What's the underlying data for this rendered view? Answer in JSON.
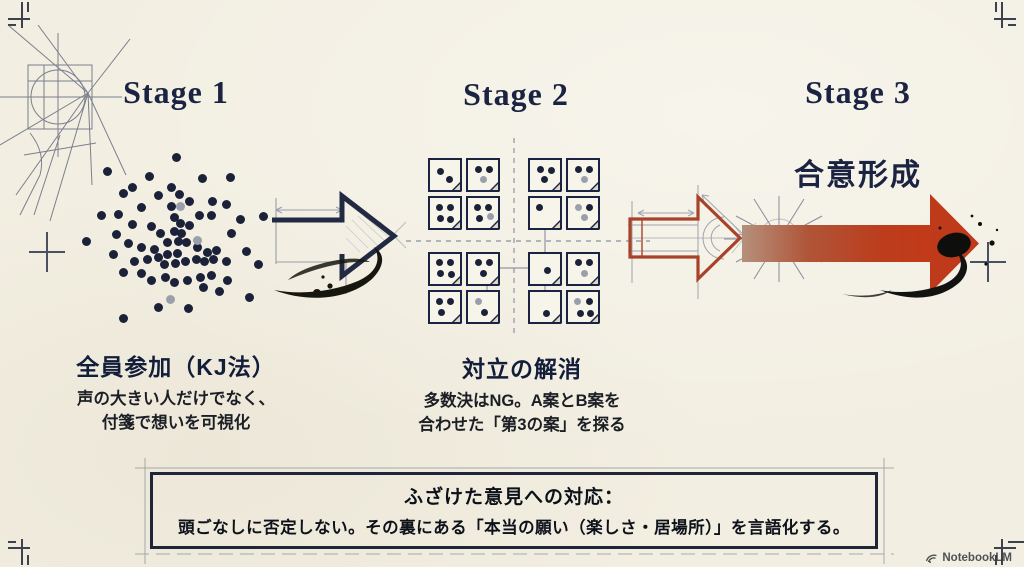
{
  "colors": {
    "paper": "#f2eee1",
    "navy": "#1b2342",
    "ink": "#15161c",
    "rust": "#a8432a",
    "red": "#bc3a1d",
    "red_muted": "#b5907c",
    "slate": "#8a90a0",
    "note_bg": "#f7f4e9",
    "dot": "#1b2138",
    "dot_gray": "#9aa0ab"
  },
  "stage1": {
    "title": "Stage 1",
    "heading": "全員参加（KJ法）",
    "line1": "声の大きい人だけでなく、",
    "line2": "付箋で想いを可視化"
  },
  "stage2": {
    "title": "Stage 2",
    "heading": "対立の解消",
    "line1": "多数決はNG。A案とB案を",
    "line2": "合わせた「第3の案」を探る"
  },
  "stage3": {
    "title": "Stage 3",
    "label": "合意形成"
  },
  "note_box": {
    "title": "ふざけた意見への対応：",
    "body": "頭ごなしに否定しない。その裏にある「本当の願い（楽しさ・居場所）」を言語化する。"
  },
  "watermark": {
    "label": "NotebookLM",
    "icon": "notebooklm-logo-icon"
  },
  "decorations": [
    "blueprint-sketch-icon",
    "ink-arrow-icon",
    "outlined-arrow-icon",
    "consensus-arrow-icon",
    "construction-marks",
    "registration-cross-icon"
  ],
  "scatter": {
    "dots": [
      [
        112,
        13
      ],
      [
        43,
        27
      ],
      [
        85,
        32
      ],
      [
        138,
        34
      ],
      [
        166,
        33
      ],
      [
        68,
        43
      ],
      [
        107,
        43
      ],
      [
        115,
        50
      ],
      [
        94,
        51
      ],
      [
        59,
        49
      ],
      [
        125,
        57
      ],
      [
        148,
        57
      ],
      [
        162,
        60
      ],
      [
        37,
        71
      ],
      [
        54,
        70
      ],
      [
        77,
        63
      ],
      [
        107,
        62
      ],
      [
        135,
        71
      ],
      [
        147,
        71
      ],
      [
        176,
        75
      ],
      [
        199,
        72
      ],
      [
        68,
        80
      ],
      [
        87,
        82
      ],
      [
        110,
        73
      ],
      [
        116,
        79
      ],
      [
        125,
        81
      ],
      [
        22,
        97
      ],
      [
        52,
        90
      ],
      [
        64,
        99
      ],
      [
        77,
        103
      ],
      [
        90,
        105
      ],
      [
        96,
        89
      ],
      [
        103,
        98
      ],
      [
        110,
        87
      ],
      [
        117,
        89
      ],
      [
        114,
        97
      ],
      [
        122,
        98
      ],
      [
        133,
        103
      ],
      [
        143,
        108
      ],
      [
        152,
        106
      ],
      [
        167,
        89
      ],
      [
        182,
        107
      ],
      [
        49,
        110
      ],
      [
        70,
        117
      ],
      [
        83,
        115
      ],
      [
        94,
        113
      ],
      [
        103,
        110
      ],
      [
        113,
        109
      ],
      [
        100,
        120
      ],
      [
        111,
        119
      ],
      [
        121,
        117
      ],
      [
        132,
        115
      ],
      [
        140,
        117
      ],
      [
        149,
        115
      ],
      [
        162,
        117
      ],
      [
        194,
        120
      ],
      [
        59,
        128
      ],
      [
        77,
        129
      ],
      [
        87,
        136
      ],
      [
        101,
        133
      ],
      [
        110,
        138
      ],
      [
        123,
        136
      ],
      [
        136,
        133
      ],
      [
        147,
        131
      ],
      [
        163,
        136
      ],
      [
        185,
        153
      ],
      [
        94,
        163
      ],
      [
        124,
        164
      ],
      [
        59,
        174
      ],
      [
        139,
        143
      ],
      [
        155,
        147
      ]
    ],
    "gray_dots": [
      [
        116,
        62
      ],
      [
        106,
        155
      ],
      [
        133,
        96
      ]
    ]
  },
  "grid": {
    "cols": [
      428,
      466,
      528,
      566
    ],
    "rows": [
      158,
      196,
      252,
      290
    ],
    "note_size": 34,
    "notes": [
      {
        "r": 0,
        "c": 0,
        "dots": [
          [
            10,
            11,
            "n"
          ],
          [
            19,
            19,
            "n"
          ]
        ]
      },
      {
        "r": 0,
        "c": 1,
        "dots": [
          [
            10,
            9,
            "n"
          ],
          [
            21,
            9,
            "n"
          ],
          [
            15,
            19,
            "g"
          ]
        ]
      },
      {
        "r": 0,
        "c": 2,
        "dots": [
          [
            10,
            9,
            "n"
          ],
          [
            21,
            10,
            "n"
          ],
          [
            14,
            19,
            "n"
          ]
        ]
      },
      {
        "r": 0,
        "c": 3,
        "dots": [
          [
            10,
            9,
            "n"
          ],
          [
            21,
            9,
            "n"
          ],
          [
            16,
            19,
            "g"
          ]
        ]
      },
      {
        "r": 1,
        "c": 0,
        "dots": [
          [
            9,
            9,
            "n"
          ],
          [
            20,
            9,
            "n"
          ],
          [
            10,
            20,
            "n"
          ],
          [
            20,
            21,
            "n"
          ]
        ]
      },
      {
        "r": 1,
        "c": 1,
        "dots": [
          [
            9,
            9,
            "n"
          ],
          [
            20,
            9,
            "n"
          ],
          [
            11,
            20,
            "n"
          ],
          [
            22,
            18,
            "g"
          ]
        ]
      },
      {
        "r": 1,
        "c": 2,
        "dots": [
          [
            9,
            9,
            "n"
          ]
        ]
      },
      {
        "r": 1,
        "c": 3,
        "dots": [
          [
            10,
            9,
            "g"
          ],
          [
            21,
            9,
            "n"
          ],
          [
            16,
            19,
            "g"
          ]
        ]
      },
      {
        "r": 2,
        "c": 0,
        "dots": [
          [
            9,
            8,
            "n"
          ],
          [
            20,
            8,
            "n"
          ],
          [
            10,
            19,
            "n"
          ],
          [
            21,
            20,
            "n"
          ]
        ]
      },
      {
        "r": 2,
        "c": 1,
        "dots": [
          [
            10,
            8,
            "n"
          ],
          [
            21,
            8,
            "n"
          ],
          [
            15,
            19,
            "n"
          ]
        ]
      },
      {
        "r": 2,
        "c": 2,
        "dots": [
          [
            17,
            16,
            "n"
          ]
        ]
      },
      {
        "r": 2,
        "c": 3,
        "dots": [
          [
            10,
            8,
            "n"
          ],
          [
            21,
            8,
            "n"
          ],
          [
            16,
            19,
            "g"
          ]
        ]
      },
      {
        "r": 3,
        "c": 0,
        "dots": [
          [
            9,
            9,
            "n"
          ],
          [
            20,
            9,
            "n"
          ],
          [
            11,
            20,
            "n"
          ]
        ]
      },
      {
        "r": 3,
        "c": 1,
        "dots": [
          [
            10,
            9,
            "g"
          ],
          [
            16,
            20,
            "n"
          ]
        ]
      },
      {
        "r": 3,
        "c": 2,
        "dots": [
          [
            16,
            21,
            "n"
          ]
        ]
      },
      {
        "r": 3,
        "c": 3,
        "dots": [
          [
            9,
            9,
            "g"
          ],
          [
            21,
            9,
            "n"
          ],
          [
            12,
            21,
            "n"
          ],
          [
            22,
            21,
            "n"
          ]
        ]
      }
    ]
  }
}
